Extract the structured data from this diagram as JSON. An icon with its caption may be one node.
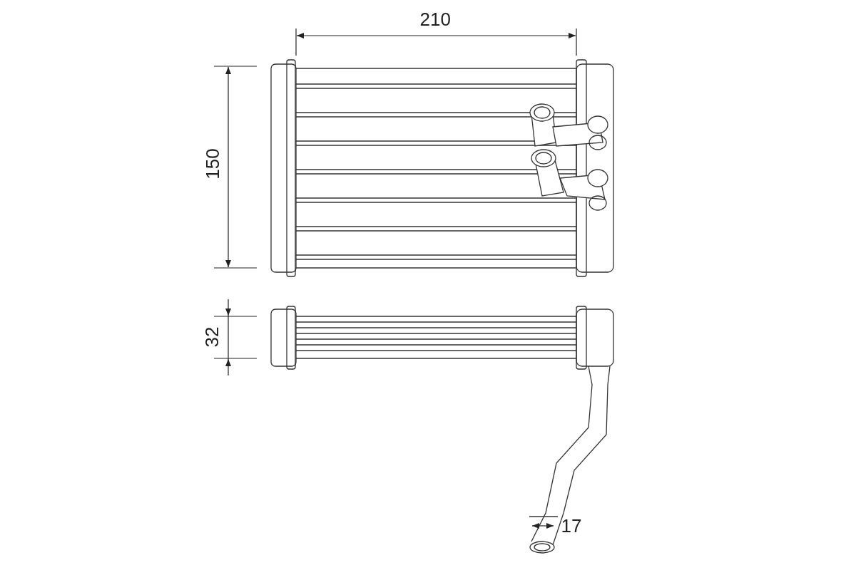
{
  "diagram": {
    "labels": [
      "210",
      "150",
      "32",
      "17"
    ]
  }
}
